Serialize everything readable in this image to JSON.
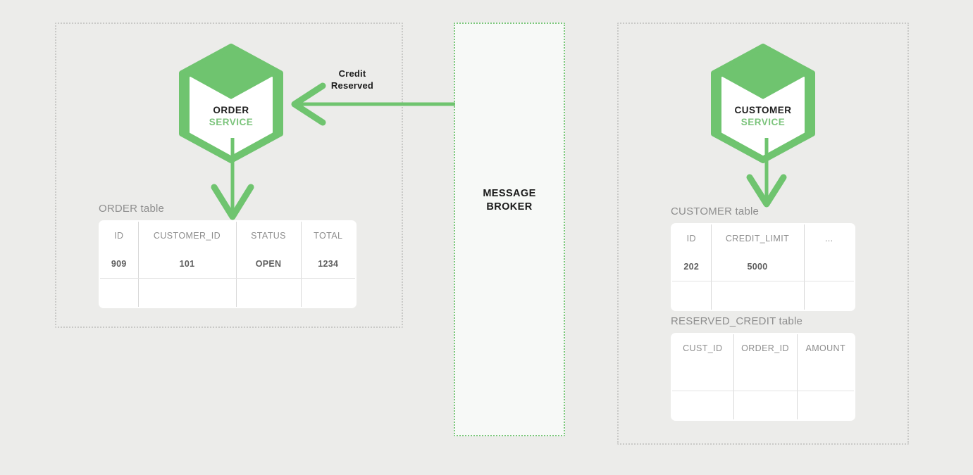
{
  "theme": {
    "background": "#ececea",
    "green": "#6fc46f",
    "green_dotted_border": "#7ac77a",
    "gray_dotted_border": "#c9c9c7",
    "table_border": "#6d6d6d",
    "header_text": "#8d8d8d",
    "value_text": "#5e5e5e",
    "caption_text": "#8e8e8e"
  },
  "diagram": {
    "title_hint": "Order Service / Customer Service saga via message broker"
  },
  "order_service": {
    "panel_name": "order-service-boundary",
    "hexagon": {
      "line1": "ORDER",
      "line2": "SERVICE"
    },
    "table": {
      "caption": "ORDER table",
      "columns": [
        "ID",
        "CUSTOMER_ID",
        "STATUS",
        "TOTAL"
      ],
      "rows": [
        [
          "909",
          "101",
          "OPEN",
          "1234"
        ],
        [
          "",
          "",
          "",
          ""
        ]
      ]
    }
  },
  "broker": {
    "line1": "MESSAGE",
    "line2": "BROKER"
  },
  "customer_service": {
    "panel_name": "customer-service-boundary",
    "hexagon": {
      "line1": "CUSTOMER",
      "line2": "SERVICE"
    },
    "customer_table": {
      "caption": "CUSTOMER table",
      "columns": [
        "ID",
        "CREDIT_LIMIT",
        "..."
      ],
      "rows": [
        [
          "202",
          "5000",
          ""
        ],
        [
          "",
          "",
          ""
        ]
      ]
    },
    "reserved_credit_table": {
      "caption": "RESERVED_CREDIT table",
      "columns": [
        "CUST_ID",
        "ORDER_ID",
        "AMOUNT"
      ],
      "rows": [
        [
          "",
          "",
          ""
        ],
        [
          "",
          "",
          ""
        ]
      ]
    }
  },
  "edges": {
    "credit_reserved": {
      "label_line1": "Credit",
      "label_line2": "Reserved",
      "direction": "broker-to-order-service"
    }
  }
}
